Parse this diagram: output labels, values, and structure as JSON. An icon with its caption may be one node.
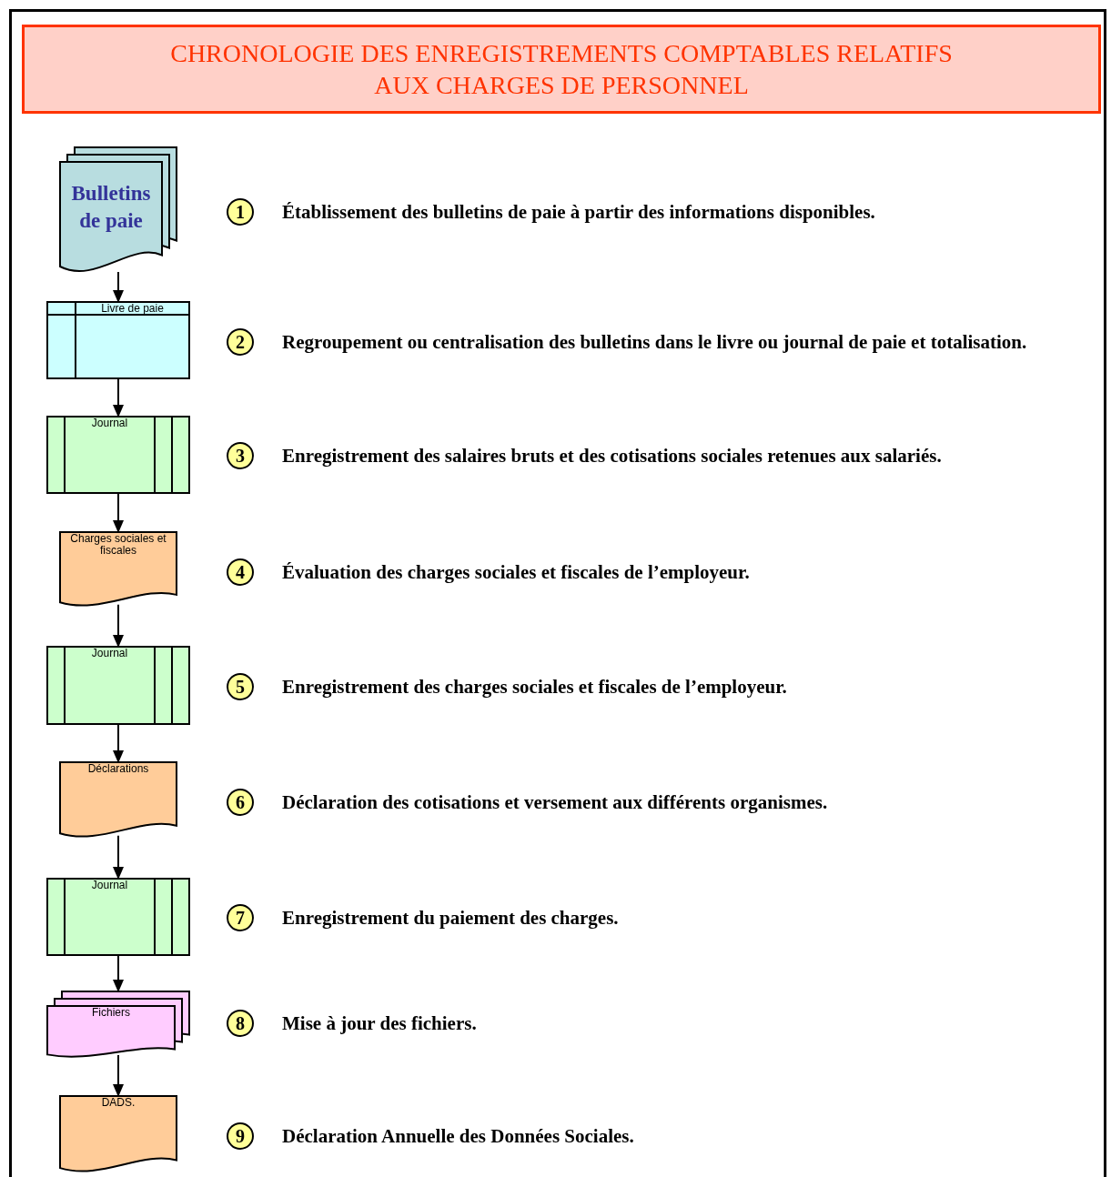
{
  "diagram": {
    "title": "CHRONOLOGIE DES ENREGISTREMENTS COMPTABLES RELATIFS AUX CHARGES DE PERSONNEL",
    "nodes": [
      {
        "text": [
          "Bulletins de paie"
        ]
      },
      {
        "text": [
          "Livre de paie"
        ]
      },
      {
        "text": [
          "Journal"
        ]
      },
      {
        "text": [
          "Charges sociales et fiscales"
        ]
      },
      {
        "text": [
          "Journal"
        ]
      },
      {
        "text": [
          "Déclarations"
        ]
      },
      {
        "text": [
          "Journal"
        ]
      },
      {
        "text": [
          "Fichiers"
        ]
      },
      {
        "text": [
          "DADS."
        ]
      },
      {
        "text": [
          "1"
        ],
        "beside": [
          "Établissement des bulletins de paie à partir des informations disponibles."
        ]
      },
      {
        "text": [
          "2"
        ],
        "beside": [
          "Regroupement ou centralisation des bulletins dans le livre ou journal de paie et totalisation."
        ]
      },
      {
        "text": [
          "3"
        ],
        "beside": [
          "Enregistrement des salaires bruts et des cotisations sociales retenues aux salariés."
        ]
      },
      {
        "text": [
          "4"
        ],
        "beside": [
          "Évaluation des charges sociales et fiscales de l’employeur."
        ]
      },
      {
        "text": [
          "5"
        ],
        "beside": [
          "Enregistrement des charges sociales et fiscales de l’employeur."
        ]
      },
      {
        "text": [
          "6"
        ],
        "beside": [
          "Déclaration des cotisations et versement aux différents organismes."
        ]
      },
      {
        "text": [
          "7"
        ],
        "beside": [
          "Enregistrement du paiement des charges."
        ]
      },
      {
        "text": [
          "8"
        ],
        "beside": [
          "Mise à jour des fichiers."
        ]
      },
      {
        "text": [
          "9"
        ],
        "beside": [
          "Déclaration Annuelle des Données Sociales."
        ]
      }
    ],
    "edges": [
      {
        "from": 0,
        "to": 1,
        "arrow": "to"
      },
      {
        "from": 1,
        "to": 2,
        "arrow": "to"
      },
      {
        "from": 2,
        "to": 3,
        "arrow": "to"
      },
      {
        "from": 3,
        "to": 4,
        "arrow": "to"
      },
      {
        "from": 4,
        "to": 5,
        "arrow": "to"
      },
      {
        "from": 5,
        "to": 6,
        "arrow": "to"
      },
      {
        "from": 6,
        "to": 7,
        "arrow": "to"
      },
      {
        "from": 7,
        "to": 8,
        "arrow": "to"
      }
    ]
  }
}
